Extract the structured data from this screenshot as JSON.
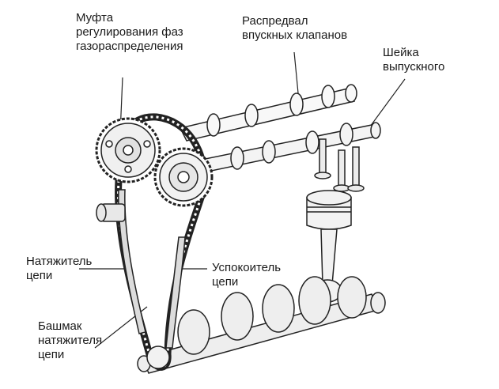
{
  "labels": {
    "phaser": [
      "Муфта",
      "регулирования  фаз",
      "газораспределения"
    ],
    "intake_camshaft": [
      "Распредвал",
      "впускных клапанов"
    ],
    "exhaust_journal": [
      "Шейка",
      "выпускного"
    ],
    "tensioner": [
      "Натяжитель",
      "цепи"
    ],
    "chain_guide": [
      "Успокоитель",
      "цепи"
    ],
    "tensioner_shoe": [
      "Башмак",
      "натяжителя",
      "цепи"
    ]
  }
}
